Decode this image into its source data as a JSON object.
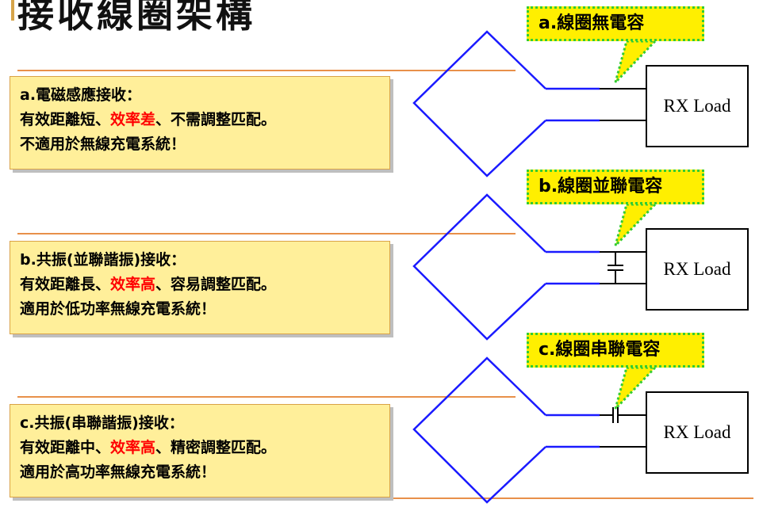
{
  "title": "接收線圈架構",
  "sections": [
    {
      "heading": "a.電磁感應接收：",
      "line2_pre": "有效距離短、",
      "line2_red": "效率差",
      "line2_post": "、不需調整匹配。",
      "line3": "不適用於無線充電系統！",
      "callout": "a.線圈無電容",
      "load": "RX Load"
    },
    {
      "heading": "b.共振(並聯諧振)接收：",
      "line2_pre": "有效距離長、",
      "line2_red": "效率高",
      "line2_post": "、容易調整匹配。",
      "line3": "適用於低功率無線充電系統！",
      "callout": "b.線圈並聯電容",
      "load": "RX Load"
    },
    {
      "heading": "c.共振(串聯諧振)接收：",
      "line2_pre": "有效距離中、",
      "line2_red": "效率高",
      "line2_post": "、精密調整匹配。",
      "line3": "適用於高功率無線充電系統！",
      "callout": "c.線圈串聯電容",
      "load": "RX Load"
    }
  ],
  "colors": {
    "coil": "#1a1aff",
    "box_fill": "#ffef9a",
    "callout_fill": "#ffef00",
    "callout_border": "#33cc33",
    "separator": "#e8904a",
    "highlight": "#ff0000"
  }
}
